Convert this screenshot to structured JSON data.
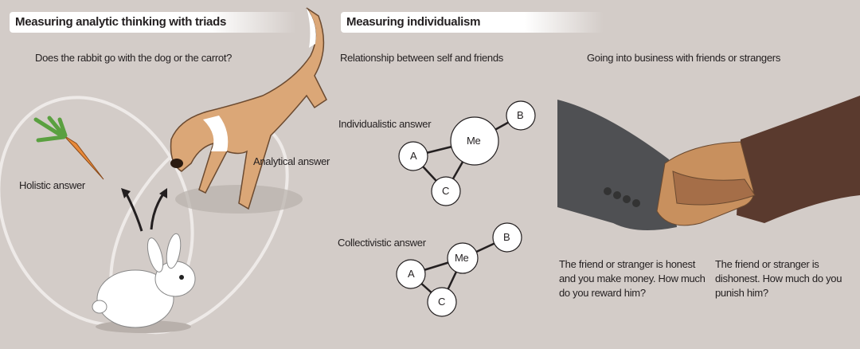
{
  "left_panel": {
    "title": "Measuring analytic thinking with triads",
    "question": "Does the rabbit go with the dog or the carrot?",
    "holistic_label": "Holistic answer",
    "analytical_label": "Analytical answer"
  },
  "right_panel": {
    "title": "Measuring individualism",
    "relationship": {
      "heading": "Relationship between self and friends",
      "individualistic_label": "Individualistic answer",
      "collectivistic_label": "Collectivistic answer",
      "nodes": {
        "me": "Me",
        "a": "A",
        "b": "B",
        "c": "C"
      }
    },
    "business": {
      "heading": "Going into business with friends or strangers",
      "honest_text": "The friend or stranger is honest and you make money. How much do you reward him?",
      "dishonest_text": "The friend or stranger is dishonest. How much do you punish him?"
    }
  }
}
